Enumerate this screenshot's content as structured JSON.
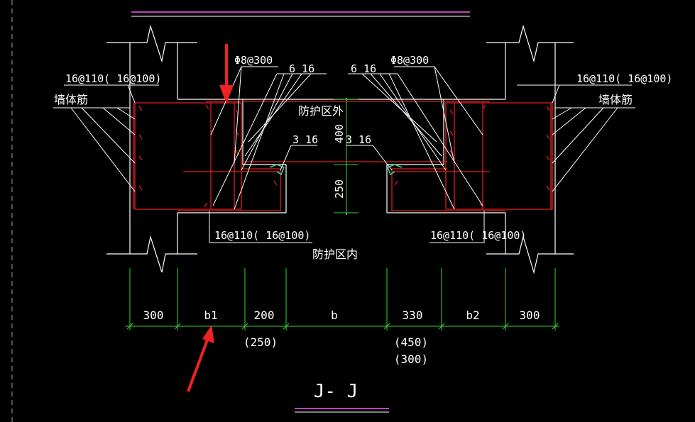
{
  "colors": {
    "background": "#000000",
    "outline": "#ffffff",
    "rebar": "#e01e1e",
    "dimension": "#2fd92f",
    "title_underline": "#c040c0",
    "annotation_arrow": "#ee2222",
    "waterstop": "#39d0a0",
    "border": "#6a6a6a"
  },
  "labels": {
    "stirrup_left": "Φ8@300",
    "stirrup_right": "Φ8@300",
    "top_bars_left": "6 16",
    "top_bars_right": "6 16",
    "mid_bars_left": "3 16",
    "mid_bars_right": "3 16",
    "wall_bars_top_left": "16@110( 16@100)",
    "wall_bars_top_right": "16@110( 16@100)",
    "wall_bars_bottom_left": "16@110( 16@100)",
    "wall_bars_bottom_right": "16@110( 16@100)",
    "wall_rebar_left": "墙体筋",
    "wall_rebar_right": "墙体筋",
    "protection_outside": "防护区外",
    "protection_inside": "防护区内",
    "dim_vertical_upper": "400",
    "dim_vertical_lower": "250",
    "section_title": "J- J"
  },
  "dimensions": {
    "segments": [
      "300",
      "b1",
      "200",
      "b",
      "330",
      "b2",
      "300"
    ],
    "alternates": [
      {
        "below": "200",
        "values": [
          "(250)"
        ]
      },
      {
        "below": "330",
        "values": [
          "(450)",
          "(300)"
        ]
      }
    ]
  }
}
